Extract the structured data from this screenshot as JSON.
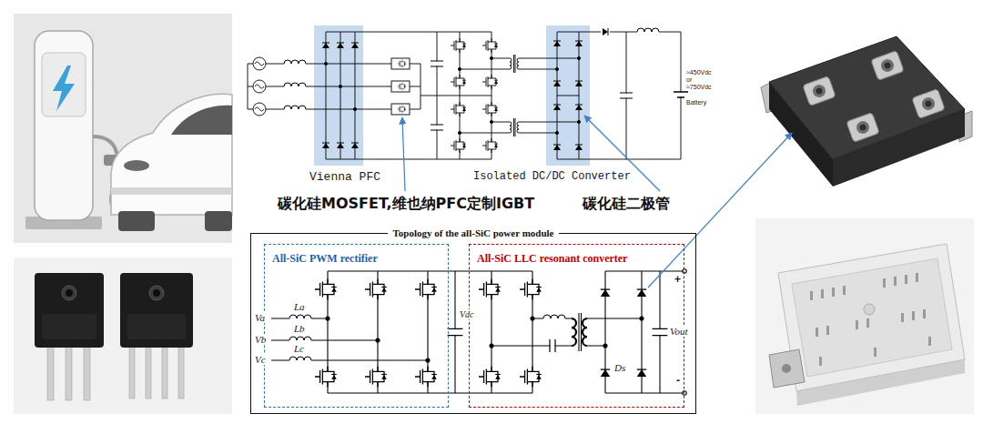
{
  "diagram": {
    "nodes": [
      {
        "text": [
          "Topology of the all-SiC power module"
        ]
      },
      {
        "text": [
          "All-SiC PWM rectifier"
        ],
        "in": 0
      },
      {
        "text": [
          "All-SiC LLC resonant converter"
        ],
        "in": 0
      }
    ],
    "labels": [
      "Vienna PFC",
      "Isolated DC/DC Converter",
      "≈450Vdc",
      "or",
      "≈750Vdc",
      "Battery",
      "碳化硅MOSFET,维也纳PFC定制IGBT",
      "碳化硅二极管",
      "Va",
      "Vb",
      "Vc",
      "La",
      "Lb",
      "Lc",
      "Vdc",
      "Vout",
      "+",
      "-",
      "Ds"
    ]
  }
}
